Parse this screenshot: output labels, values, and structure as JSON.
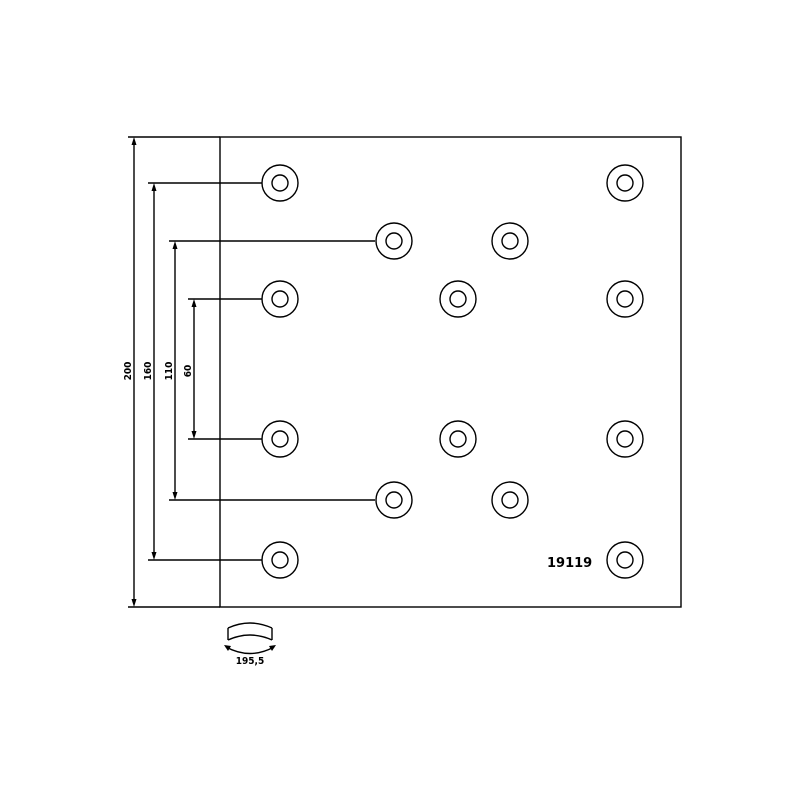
{
  "part_number": "19119",
  "dimensions": {
    "overall_height": "200",
    "outer_holes_span": "160",
    "middle_holes_span": "110",
    "inner_holes_span": "60",
    "arc_radius": "195,5"
  },
  "hole_count": 14,
  "colors": {
    "line": "#000000",
    "background": "#ffffff"
  }
}
